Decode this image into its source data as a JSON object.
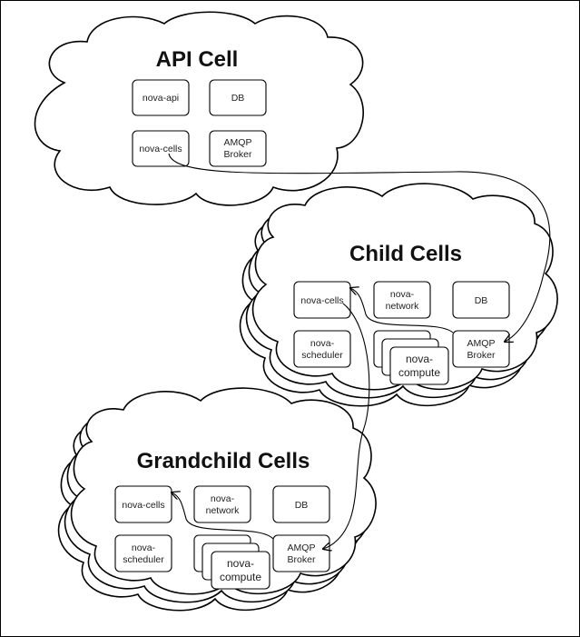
{
  "api_cell": {
    "title": "API Cell",
    "nova_api": "nova-api",
    "db": "DB",
    "nova_cells": "nova-cells",
    "amqp_l1": "AMQP",
    "amqp_l2": "Broker"
  },
  "child_cells": {
    "title": "Child Cells",
    "nova_cells": "nova-cells",
    "nova_network_l1": "nova-",
    "nova_network_l2": "network",
    "db": "DB",
    "nova_scheduler_l1": "nova-",
    "nova_scheduler_l2": "scheduler",
    "nova_compute_l1": "nova-",
    "nova_compute_l2": "compute",
    "amqp_l1": "AMQP",
    "amqp_l2": "Broker"
  },
  "grandchild_cells": {
    "title": "Grandchild Cells",
    "nova_cells": "nova-cells",
    "nova_network_l1": "nova-",
    "nova_network_l2": "network",
    "db": "DB",
    "nova_scheduler_l1": "nova-",
    "nova_scheduler_l2": "scheduler",
    "nova_compute_l1": "nova-",
    "nova_compute_l2": "compute",
    "amqp_l1": "AMQP",
    "amqp_l2": "Broker"
  }
}
